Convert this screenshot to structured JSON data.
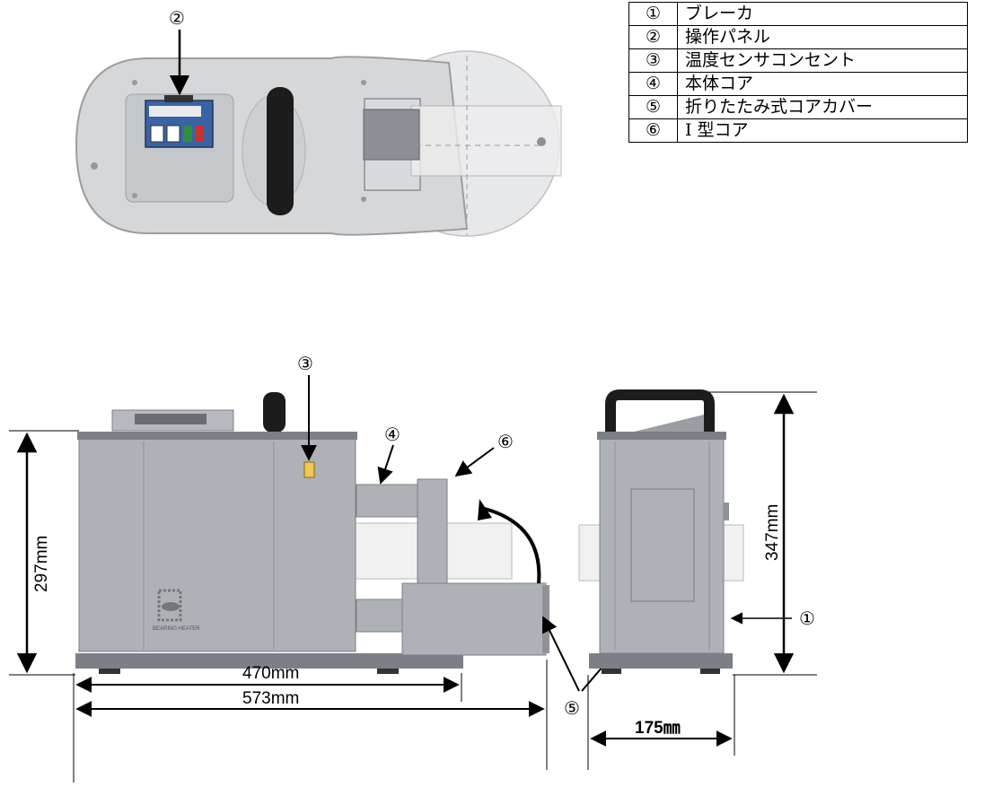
{
  "legend": [
    {
      "num": "①",
      "name": "ブレーカ"
    },
    {
      "num": "②",
      "name": "操作パネル"
    },
    {
      "num": "③",
      "name": "温度センサコンセント"
    },
    {
      "num": "④",
      "name": "本体コア"
    },
    {
      "num": "⑤",
      "name": "折りたたみ式コアカバー"
    },
    {
      "num": "⑥",
      "name": "I 型コア"
    }
  ],
  "callouts": {
    "c1": "①",
    "c2": "②",
    "c3": "③",
    "c4": "④",
    "c5": "⑤",
    "c6": "⑥"
  },
  "dimensions": {
    "height_front": "297mm",
    "height_side": "347mm",
    "width_470": "470mm",
    "width_573": "573mm",
    "depth": "175㎜"
  },
  "brand_text": "BEARING HEATER",
  "colors": {
    "body": "#aeb1b5",
    "body_dark": "#7c8086",
    "core_light": "#cfd1d4",
    "handle": "#1c1c1c"
  }
}
